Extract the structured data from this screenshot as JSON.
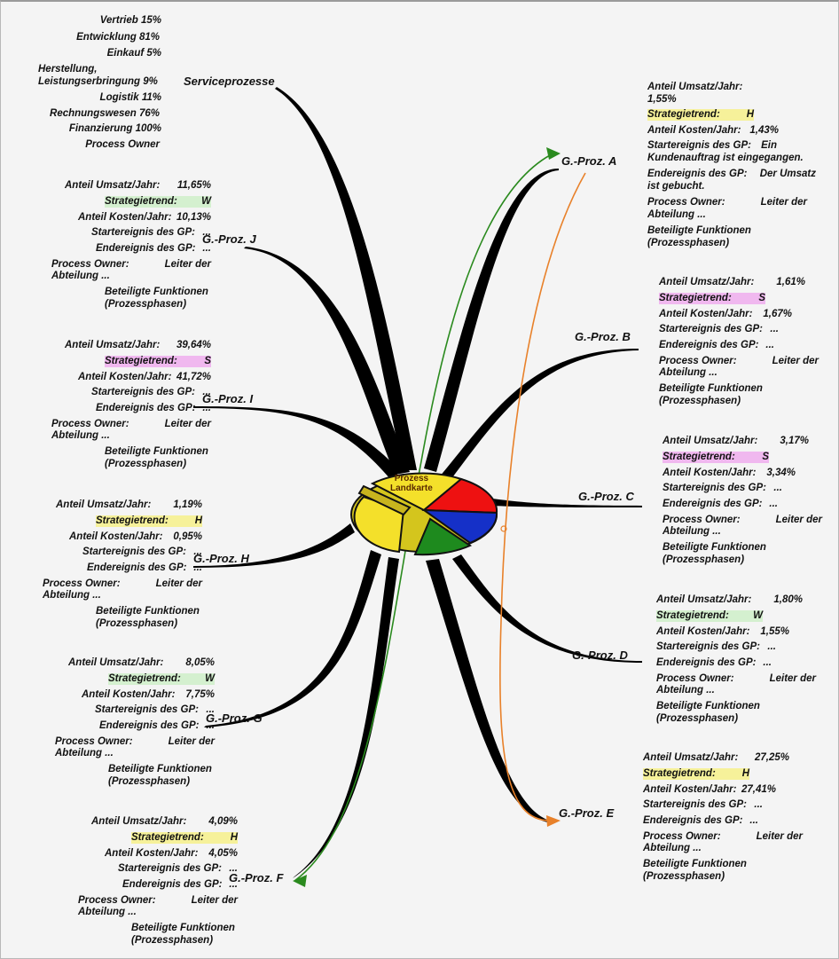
{
  "center": {
    "title_line1": "Prozess",
    "title_line2": "Landkarte"
  },
  "service": {
    "title": "Serviceprozesse",
    "items": [
      {
        "label": "Vertrieb 15%"
      },
      {
        "label": "Entwicklung 81%"
      },
      {
        "label": "Einkauf 5%"
      },
      {
        "label": "Herstellung,"
      },
      {
        "label": "Leistungserbringung 9%"
      },
      {
        "label": "Logistik 11%"
      },
      {
        "label": "Rechnungswesen 76%"
      },
      {
        "label": "Finanzierung 100%"
      },
      {
        "label": "Process Owner"
      }
    ]
  },
  "labels": {
    "umsatz": "Anteil Umsatz/Jahr:",
    "strategie": "Strategietrend:",
    "kosten": "Anteil Kosten/Jahr:",
    "start": "Startereignis des GP:",
    "end": "Endereignis des GP:",
    "owner": "Process Owner:",
    "owner_value": "Leiter der",
    "owner_line2": "Abteilung ...",
    "funk1": "Beteiligte Funktionen",
    "funk2": "(Prozessphasen)",
    "ellipsis": "..."
  },
  "processes": {
    "A": {
      "name": "G.-Proz.  A",
      "umsatz": "1,55%",
      "trend": "H",
      "kosten": "1,43%",
      "start": "Ein Kundenauftrag ist eingegangen.",
      "start_l1": "Ein",
      "start_l2": "Kundenauftrag ist eingegangen.",
      "end_l1": "Der Umsatz",
      "end_l2": "ist gebucht."
    },
    "B": {
      "name": "G.-Proz.  B",
      "umsatz": "1,61%",
      "trend": "S",
      "kosten": "1,67%"
    },
    "C": {
      "name": "G.-Proz.  C",
      "umsatz": "3,17%",
      "trend": "S",
      "kosten": "3,34%"
    },
    "D": {
      "name": "G.-Proz.  D",
      "umsatz": "1,80%",
      "trend": "W",
      "kosten": "1,55%"
    },
    "E": {
      "name": "G.-Proz.  E",
      "umsatz": "27,25%",
      "trend": "H",
      "kosten": "27,41%"
    },
    "F": {
      "name": "G.-Proz.  F",
      "umsatz": "4,09%",
      "trend": "H",
      "kosten": "4,05%"
    },
    "G": {
      "name": "G.-Proz.  G",
      "umsatz": "8,05%",
      "trend": "W",
      "kosten": "7,75%"
    },
    "H": {
      "name": "G.-Proz.  H",
      "umsatz": "1,19%",
      "trend": "H",
      "kosten": "0,95%"
    },
    "I": {
      "name": "G.-Proz.  I",
      "umsatz": "39,64%",
      "trend": "S",
      "kosten": "41,72%"
    },
    "J": {
      "name": "G.-Proz.  J",
      "umsatz": "11,65%",
      "trend": "W",
      "kosten": "10,13%"
    }
  },
  "colors": {
    "trend_W": "#d4f0cf",
    "trend_S": "#f0b8ef",
    "trend_H": "#f6f19a",
    "green_link": "#2a8a1e",
    "orange_link": "#e8812a",
    "pie_yellow": "#f4e02a",
    "pie_red": "#ee1111",
    "pie_blue": "#1530c8",
    "pie_green": "#1e8a1e"
  }
}
